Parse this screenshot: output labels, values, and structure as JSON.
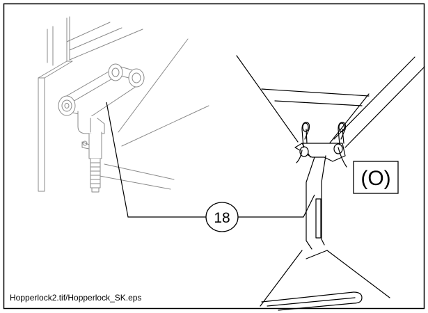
{
  "callout": {
    "number": "18"
  },
  "option_marker": {
    "label": "(O)"
  },
  "caption": {
    "text": "Hopperlock2.tif/Hopperlock_SK.eps"
  },
  "colors": {
    "line": "#000000",
    "light_line": "#8a8a8a",
    "background": "#ffffff"
  },
  "icons": [
    "hairpin-clip-icon",
    "pivot-bolt-icon"
  ]
}
